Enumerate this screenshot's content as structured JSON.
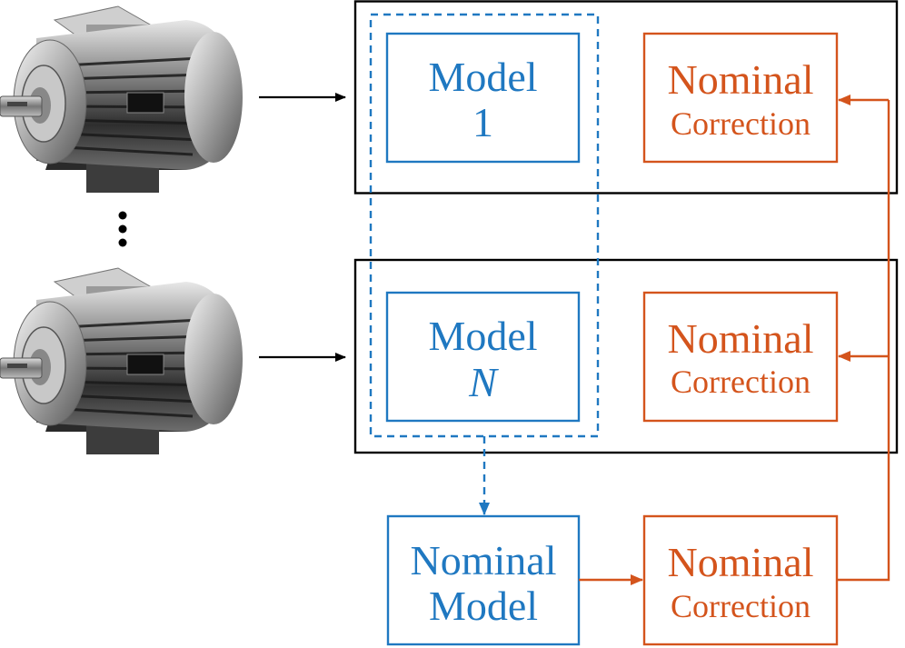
{
  "colors": {
    "blue": "#1f78c1",
    "orange": "#d4541c",
    "black": "#000000"
  },
  "icons": {
    "motor_top": "electric-motor-icon",
    "motor_bottom": "electric-motor-icon",
    "ellipsis": "vertical-ellipsis-icon"
  },
  "group1": {
    "model": {
      "line1": "Model",
      "line2": "1"
    },
    "correction": {
      "line1": "Nominal",
      "line2": "Correction"
    }
  },
  "groupN": {
    "model": {
      "line1": "Model",
      "line2": "N"
    },
    "correction": {
      "line1": "Nominal",
      "line2": "Correction"
    }
  },
  "nominal": {
    "model": {
      "line1": "Nominal",
      "line2": "Model"
    },
    "correction": {
      "line1": "Nominal",
      "line2": "Correction"
    }
  }
}
